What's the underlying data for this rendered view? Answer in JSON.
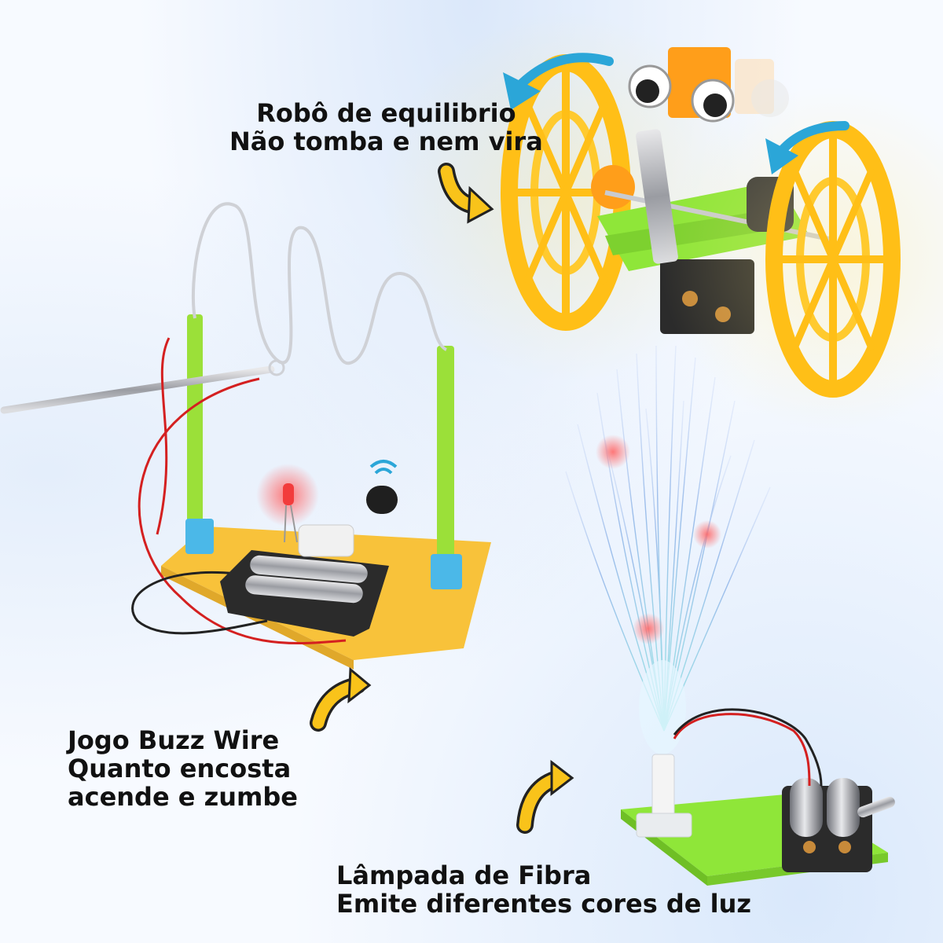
{
  "products": {
    "robot": {
      "title": "Robô de equilibrio",
      "subtitle": "Não tomba e nem vira"
    },
    "buzz_wire": {
      "title": "Jogo Buzz Wire",
      "line2": "Quanto encosta",
      "line3": "acende e zumbe"
    },
    "fiber_lamp": {
      "title": "Lâmpada de Fibra",
      "subtitle": "Emite diferentes cores de luz"
    }
  },
  "colors": {
    "arrow": "#f9c31a",
    "rotation_arrow": "#2ba6d8",
    "wheel": "#ffc21a",
    "board": "#8fe639",
    "breadboard": "#f8c23a",
    "post": "#9be039",
    "battery_case": "#2b2b2b"
  },
  "icons": [
    "curved-arrow-icon",
    "rotation-arrow-icon"
  ]
}
